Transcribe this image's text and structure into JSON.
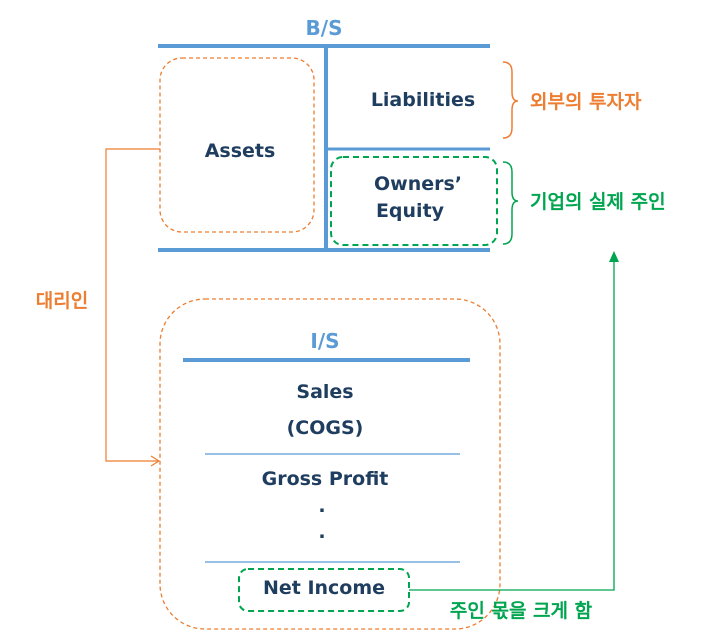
{
  "balance_sheet": {
    "title": "B/S",
    "assets": "Assets",
    "liabilities": "Liabilities",
    "equity_line1": "Owners’",
    "equity_line2": "Equity"
  },
  "income_statement": {
    "title": "I/S",
    "sales": "Sales",
    "cogs": "(COGS)",
    "gross_profit": "Gross Profit",
    "ellipsis_1": ".",
    "ellipsis_2": ".",
    "net_income": "Net Income"
  },
  "annotations": {
    "liabilities_note": "외부의 투자자",
    "equity_note": "기업의 실제 주인",
    "agent_note": "대리인",
    "net_income_note": "주인 몫을 크게 함"
  },
  "colors": {
    "line_blue": "#5b9bd5",
    "text_navy": "#1f3d5f",
    "accent_orange": "#ed7d31",
    "accent_green": "#00a550"
  }
}
